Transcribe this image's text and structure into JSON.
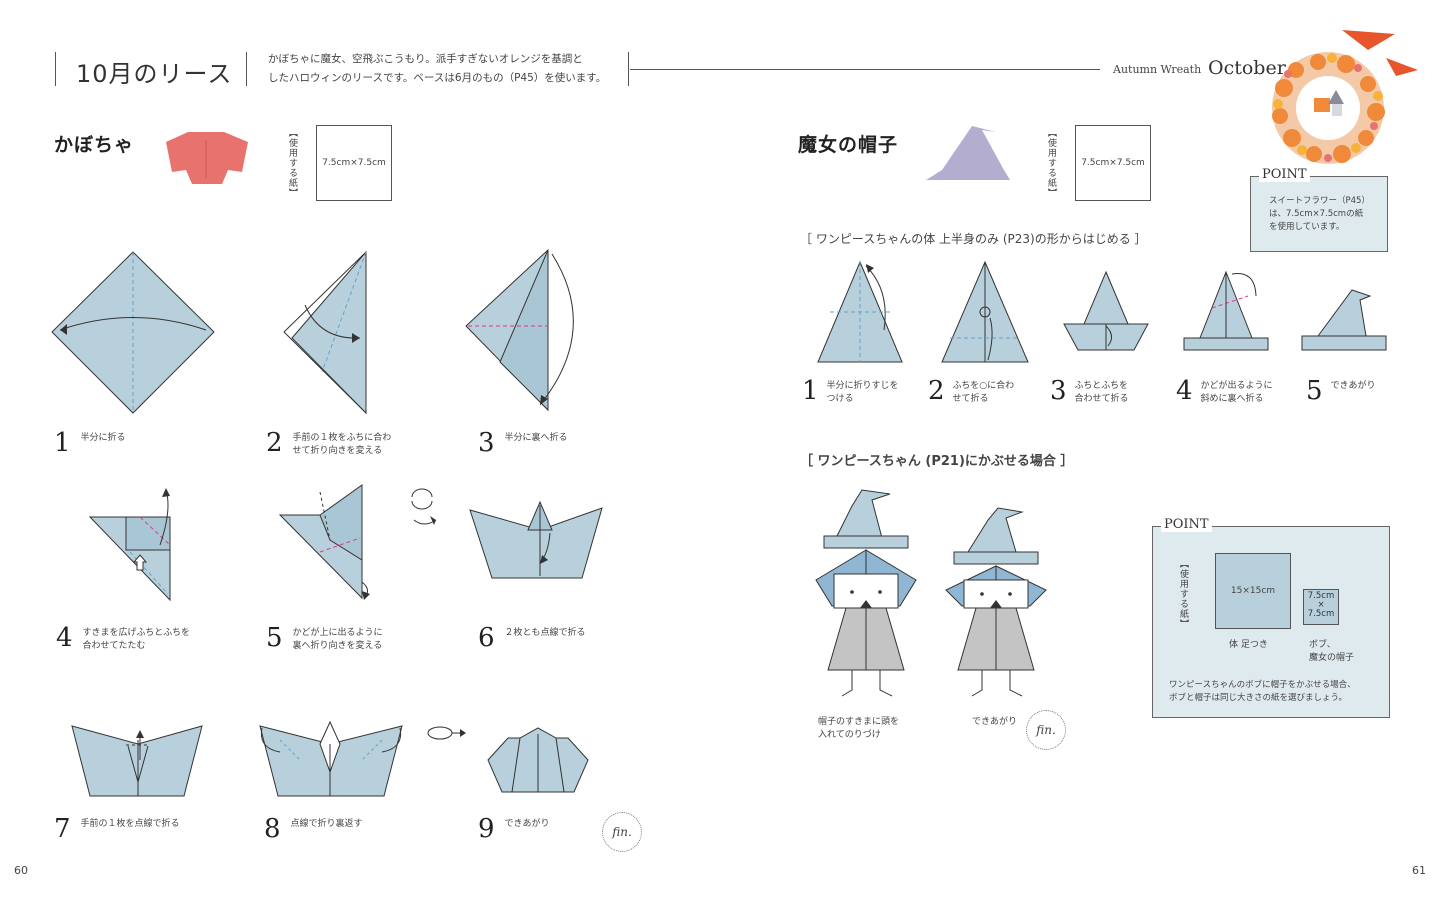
{
  "header": {
    "title": "10月のリース",
    "intro_line1": "かぼちゃに魔女、空飛ぶこうもり。派手すぎないオレンジを基調と",
    "intro_line2": "したハロウィンのリースです。ベースは6月のもの（P45）を使います。",
    "subtitle_en": "Autumn Wreath",
    "month_en": "October"
  },
  "left": {
    "section_title": "かぼちゃ",
    "paper_label": "【使用する紙】",
    "paper_size": "7.5cm×7.5cm",
    "steps": [
      {
        "num": "1",
        "text1": "半分に折る",
        "text2": ""
      },
      {
        "num": "2",
        "text1": "手前の１枚をふちに合わ",
        "text2": "せて折り向きを変える"
      },
      {
        "num": "3",
        "text1": "半分に裏へ折る",
        "text2": ""
      },
      {
        "num": "4",
        "text1": "すきまを広げふちとふちを",
        "text2": "合わせてたたむ"
      },
      {
        "num": "5",
        "text1": "かどが上に出るように",
        "text2": "裏へ折り向きを変える"
      },
      {
        "num": "6",
        "text1": "２枚とも点線で折る",
        "text2": ""
      },
      {
        "num": "7",
        "text1": "手前の１枚を点線で折る",
        "text2": ""
      },
      {
        "num": "8",
        "text1": "点線で折り裏返す",
        "text2": ""
      },
      {
        "num": "9",
        "text1": "できあがり",
        "text2": ""
      }
    ],
    "fin": "fin.",
    "page_number": "60"
  },
  "right": {
    "section_title": "魔女の帽子",
    "paper_label": "【使用する紙】",
    "paper_size": "7.5cm×7.5cm",
    "point1": {
      "heading": "POINT",
      "line1": "スイートフラワー（P45）",
      "line2": "は、7.5cm×7.5cmの紙",
      "line3": "を使用しています。"
    },
    "sub1": "［ ワンピースちゃんの体 上半身のみ (P23)の形からはじめる ］",
    "steps": [
      {
        "num": "1",
        "text1": "半分に折りすじを",
        "text2": "つける"
      },
      {
        "num": "2",
        "text1": "ふちを○に合わ",
        "text2": "せて折る"
      },
      {
        "num": "3",
        "text1": "ふちとふちを",
        "text2": "合わせて折る"
      },
      {
        "num": "4",
        "text1": "かどが出るように",
        "text2": "斜めに裏へ折る"
      },
      {
        "num": "5",
        "text1": "できあがり",
        "text2": ""
      }
    ],
    "sub2": "［ ワンピースちゃん (P21)にかぶせる場合 ］",
    "fig_cap1_l1": "帽子のすきまに頭を",
    "fig_cap1_l2": "入れてのりづけ",
    "fig_cap2": "できあがり",
    "fin": "fin.",
    "point2": {
      "heading": "POINT",
      "paper_label": "【使用する紙】",
      "big_size": "15×15cm",
      "small_size_a": "7.5cm",
      "small_size_x": "×",
      "small_size_b": "7.5cm",
      "cap_big": "体 足つき",
      "cap_small_l1": "ボブ、",
      "cap_small_l2": "魔女の帽子",
      "note_l1": "ワンピースちゃんのボブに帽子をかぶせる場合、",
      "note_l2": "ボブと帽子は同じ大きさの紙を選びましょう。"
    },
    "page_number": "61"
  },
  "colors": {
    "paper": "#b8d0dc",
    "outline": "#333333",
    "crease": "#6aa0c8",
    "accent": "#e0388a",
    "pumpkin": "#e8726e",
    "hat": "#b3aed0",
    "wreath": "#f08a3a"
  }
}
